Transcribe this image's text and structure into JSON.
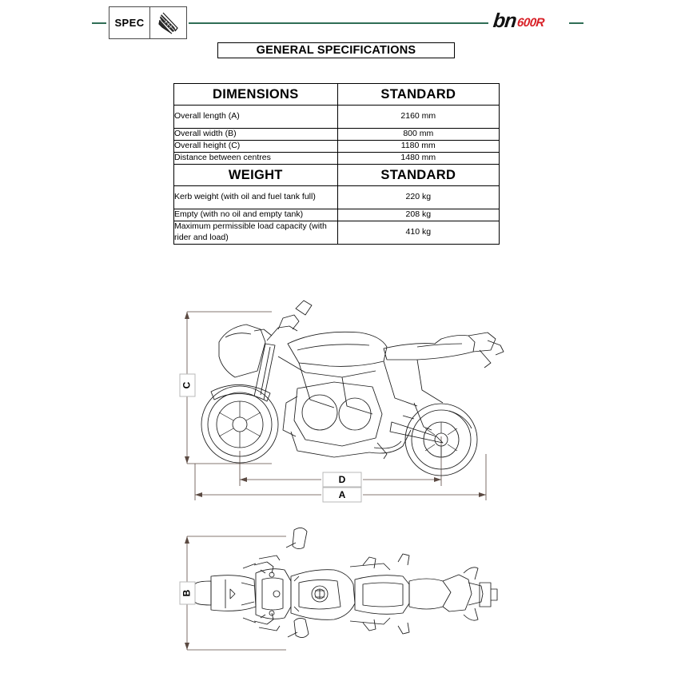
{
  "header": {
    "section_tag": "SPEC",
    "section_icon": "caliper-icon",
    "logo_primary": "bn",
    "logo_secondary": "600R",
    "rule_color": "#2f6e55",
    "logo_accent_color": "#d81f26"
  },
  "page_title": "GENERAL SPECIFICATIONS",
  "spec_table": {
    "sections": [
      {
        "heading_label": "DIMENSIONS",
        "heading_value": "STANDARD",
        "rows": [
          {
            "label": "Overall length (A)",
            "value": "2160 mm"
          },
          {
            "label": "Overall width (B)",
            "value": "800 mm"
          },
          {
            "label": "Overall height (C)",
            "value": "1180 mm"
          },
          {
            "label": "Distance between centres",
            "value": "1480 mm"
          }
        ]
      },
      {
        "heading_label": "WEIGHT",
        "heading_value": "STANDARD",
        "rows": [
          {
            "label": "Kerb weight (with oil and fuel tank full)",
            "value": "220 kg"
          },
          {
            "label": "Empty (with no oil and empty tank)",
            "value": "208 kg"
          },
          {
            "label": "Maximum permissible load capacity (with rider and load)",
            "value": "410 kg"
          }
        ]
      }
    ]
  },
  "drawings": {
    "side_view": {
      "name": "motorcycle-side-view",
      "dimension_labels": [
        "C",
        "D",
        "A"
      ]
    },
    "top_view": {
      "name": "motorcycle-top-view",
      "dimension_labels": [
        "B"
      ]
    }
  }
}
